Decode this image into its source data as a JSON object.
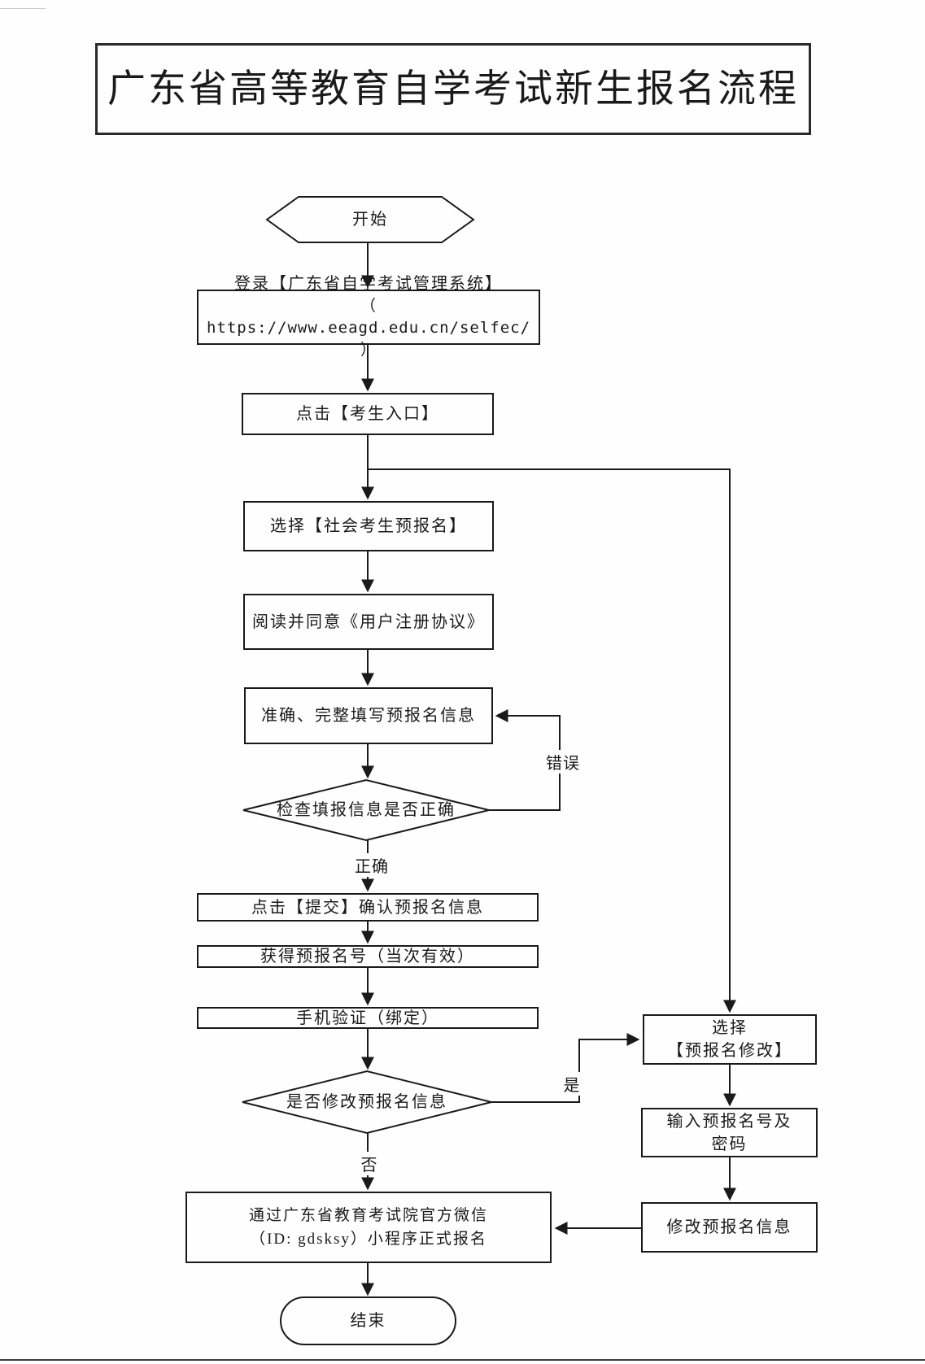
{
  "page": {
    "title": "广东省高等教育自学考试新生报名流程"
  },
  "nodes": {
    "start": "开始",
    "login": {
      "line1": "登录【广东省自学考试管理系统】",
      "line2": "（ https://www.eeagd.edu.cn/selfec/ ）"
    },
    "click_entrance": "点击【考生入口】",
    "select_prereg": "选择【社会考生预报名】",
    "read_agreement": "阅读并同意《用户注册协议》",
    "fill_info": "准确、完整填写预报名信息",
    "check_info": "检查填报信息是否正确",
    "submit_confirm": "点击【提交】确认预报名信息",
    "get_number": "获得预报名号（当次有效）",
    "phone_verify": "手机验证（绑定）",
    "modify_decision": "是否修改预报名信息",
    "select_modify": {
      "line1": "选择",
      "line2": "【预报名修改】"
    },
    "enter_number": {
      "line1": "输入预报名号及",
      "line2": "密码"
    },
    "modify_info": "修改预报名信息",
    "official_reg": {
      "line1": "通过广东省教育考试院官方微信",
      "line2": "（ID: gdsksy）小程序正式报名"
    },
    "end": "结束"
  },
  "labels": {
    "error": "错误",
    "correct": "正确",
    "yes": "是",
    "no": "否"
  },
  "colors": {
    "line": "#1a1a1a",
    "background": "#fefefe",
    "text": "#1a1a1a"
  }
}
